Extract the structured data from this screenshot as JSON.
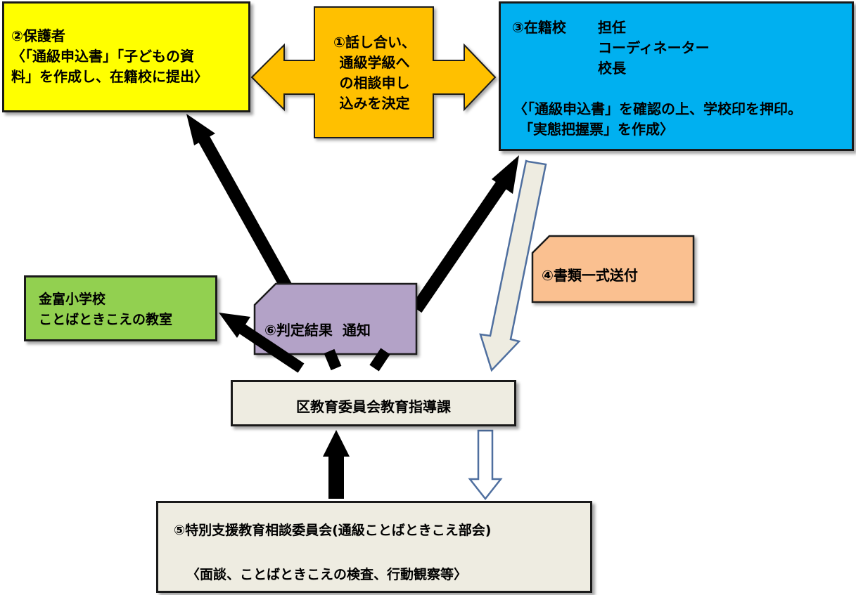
{
  "guardian": {
    "title": "②保護者",
    "lines": [
      "〈「通級申込書」「子どもの資",
      "料」を作成し、在籍校に提出〉"
    ]
  },
  "discussion": {
    "lines": [
      "①話し合い、",
      "通級学級へ",
      "の相談申し",
      "込みを決定"
    ]
  },
  "school": {
    "title": "③在籍校",
    "roles": [
      "担任",
      "コーディネーター",
      "校長"
    ],
    "note_lines": [
      "〈「通級申込書」を確認の上、学校印を押印。",
      "「実態把握票」を作成〉"
    ]
  },
  "documents": {
    "label": "④書類一式送付"
  },
  "kanatomi": {
    "lines": [
      "金富小学校",
      "ことばときこえの教室"
    ]
  },
  "judgment": {
    "label": "⑥判定結果  通知"
  },
  "board": {
    "label": "区教育委員会教育指導課"
  },
  "committee": {
    "title": "⑤特別支援教育相談委員会(通級ことばときこえ部会)",
    "detail": "〈面談、ことばときこえの検査、行動観察等〉"
  },
  "colors": {
    "guardian": "#ffff00",
    "discussion": "#ffc000",
    "school": "#00b0f0",
    "documents": "#fac090",
    "kanatomi": "#92d050",
    "judgment": "#b3a2c7",
    "board": "#eeece1",
    "committee": "#eeece1",
    "hollow_arrow_stroke": "#4f6f9f"
  }
}
